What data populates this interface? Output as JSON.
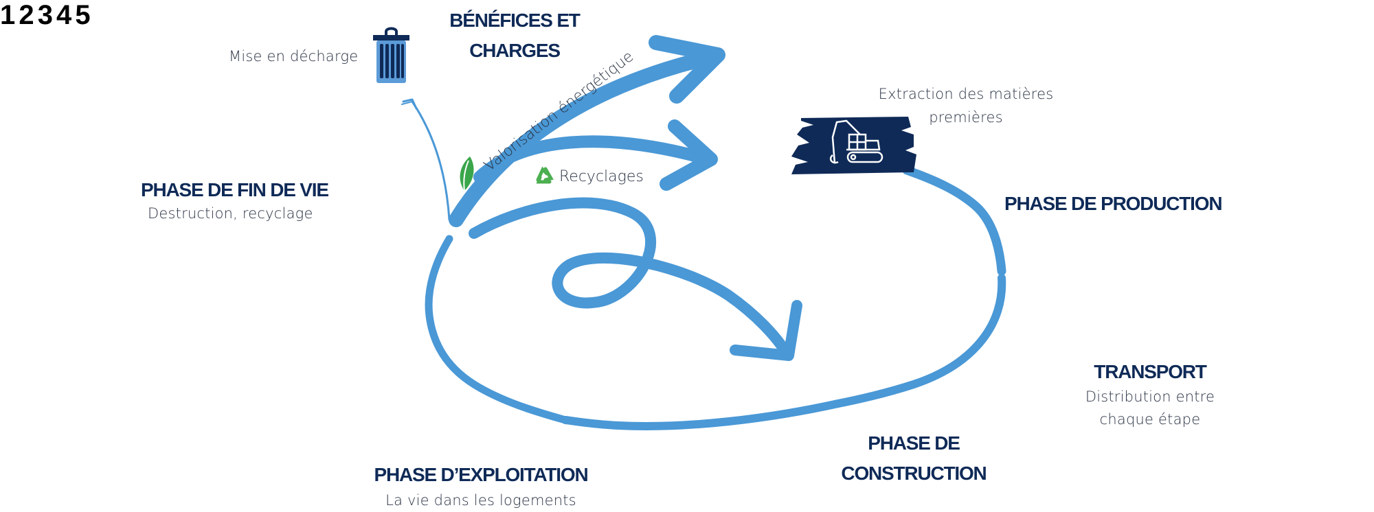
{
  "colors": {
    "flow_blue": "#4a98d6",
    "step_green": "#36a853",
    "navy": "#0f2a57",
    "text_gray": "#2b3445",
    "house_wall": "#c3c8d4",
    "house_roof": "#3f72c4",
    "house_door": "#3f6da3",
    "leaf_green": "#3aa64b",
    "recycle_green": "#4caf50"
  },
  "steps": [
    {
      "number": "1",
      "title": "PHASE DE PRODUCTION",
      "subtitle": ""
    },
    {
      "number": "2",
      "title_lines": [
        "PHASE DE",
        "CONSTRUCTION"
      ]
    },
    {
      "number": "3",
      "title": "PHASE D’EXPLOITATION",
      "subtitle": "La vie dans les logements"
    },
    {
      "number": "4",
      "title": "PHASE DE FIN DE VIE",
      "subtitle": "Destruction, recyclage"
    },
    {
      "number": "5",
      "title_lines": [
        "BÉNÉFICES ET",
        "CHARGES"
      ]
    }
  ],
  "extraction": {
    "lines": [
      "Extraction des matières",
      "premières"
    ],
    "icon": "excavator-icon"
  },
  "transport": {
    "title": "TRANSPORT",
    "lines": [
      "Distribution entre",
      "chaque étape"
    ],
    "icon": "truck-icon"
  },
  "landfill": {
    "label": "Mise en décharge",
    "icon": "trash-icon"
  },
  "flows": {
    "energy_recovery": "Valorisation énergétique",
    "recycling": "Recyclages"
  },
  "icons": {
    "production": "factory-icon",
    "construction": "crane-icon",
    "exploitation": [
      "family-icon",
      "house-icon"
    ],
    "end_of_life": "wheel-loader-icon",
    "energy": "leaf-icon",
    "recycling": "recycle-icon"
  }
}
